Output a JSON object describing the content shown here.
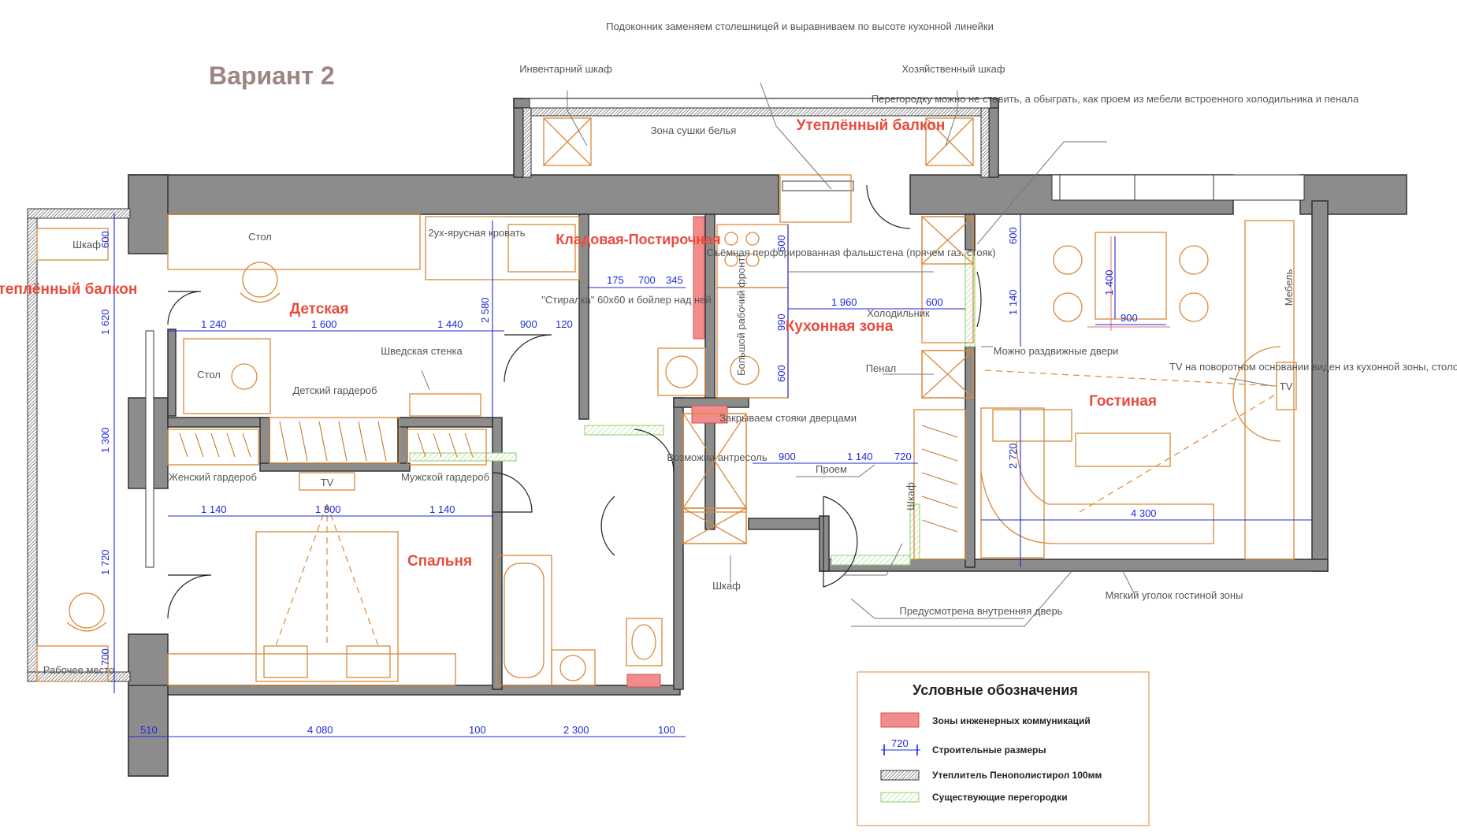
{
  "title": "Вариант 2",
  "rooms": {
    "balcony_left": "Утеплённый балкон",
    "balcony_top": "Утеплённый балкон",
    "kids": "Детская",
    "bedroom": "Спальня",
    "storage": "Кладовая-Постирочная",
    "kitchen": "Кухонная зона",
    "living": "Гостиная"
  },
  "labels": {
    "shkaf_left": "Шкаф",
    "work_place": "Рабочее место",
    "stol1": "Стол",
    "stol2": "Стол",
    "bunk_bed": "2ух-ярусная кровать",
    "swedish_wall": "Шведская стенка",
    "kids_wardrobe": "Детский гардероб",
    "female_wardrobe": "Женский гардероб",
    "male_wardrobe": "Мужской гардероб",
    "tv1": "TV",
    "tv2": "TV",
    "inventory_cabinet": "Инвентарний шкаф",
    "drying_zone": "Зона сушки белья",
    "utility_cabinet": "Хозяйственный шкаф",
    "sill_note": "Подоконник заменяем столешницей и выравниваем по высоте кухонной линейки",
    "partition_note": "Перегородку можно не ставить, а обыграть, как проем из мебели встроенного холодильника и пенала",
    "washer_note": "\"Стиралка\" 60х60 и бойлер над ней",
    "big_front": "Большой рабочий фронт!",
    "false_wall": "Съёмная перфорированная фальшстена (прячем газ. стояк)",
    "fridge": "Холодильник",
    "penal": "Пенал",
    "sliding_doors": "Можно раздвижные двери",
    "furniture": "Мебель",
    "tv_note": "TV на поворотном основании виден из кухонной зоны, столовой зоны и гостиной зоны",
    "risers": "Закрываем стояки дверцами",
    "mezzanine": "Возможна антресоль",
    "opening": "Проем",
    "shkaf_mid": "Шкаф",
    "shkaf_bottom": "Шкаф",
    "inner_door": "Предусмотрена внутренняя дверь",
    "soft_corner": "Мягкий уголок гостиной зоны"
  },
  "dimensions": {
    "d600_left": "600",
    "d1620": "1 620",
    "d1300": "1 300",
    "d1720": "1 720",
    "d700": "700",
    "d1240": "1 240",
    "d1600": "1 600",
    "d1440": "1 440",
    "d2580": "2 580",
    "d900a": "900",
    "d120": "120",
    "d1140a": "1 140",
    "d1800": "1 800",
    "d1140b": "1 140",
    "d510": "510",
    "d4080": "4 080",
    "d100a": "100",
    "d2300": "2 300",
    "d100b": "100",
    "d175": "175",
    "d700b": "700",
    "d345": "345",
    "d600k1": "600",
    "d990": "990",
    "d600k2": "600",
    "d1960": "1 960",
    "d600k3": "600",
    "d600r": "600",
    "d1140r": "1 140",
    "d1400": "1 400",
    "d900t": "900",
    "d900b": "900",
    "d1140c": "1 140",
    "d720": "720",
    "d2720": "2 720",
    "d4300": "4 300"
  },
  "legend": {
    "title": "Условные обозначения",
    "items": [
      {
        "label": "Зоны инженерных коммуникаций",
        "sample": "Engineering",
        "color": "#f28b8b"
      },
      {
        "label": "Строительные размеры",
        "sample": "720",
        "color": "#1f2bd6"
      },
      {
        "label": "Утеплитель Пенополистирол 100мм",
        "sample": "Insulation",
        "color": "#333333"
      },
      {
        "label": "Существующие перегородки",
        "sample": "Existing",
        "color": "#8fcf6a"
      }
    ]
  },
  "colors": {
    "room_label": "#e84c3d",
    "furniture": "#d98a3a",
    "dimension": "#1f2bd6",
    "wall": "#8c8c8c"
  }
}
